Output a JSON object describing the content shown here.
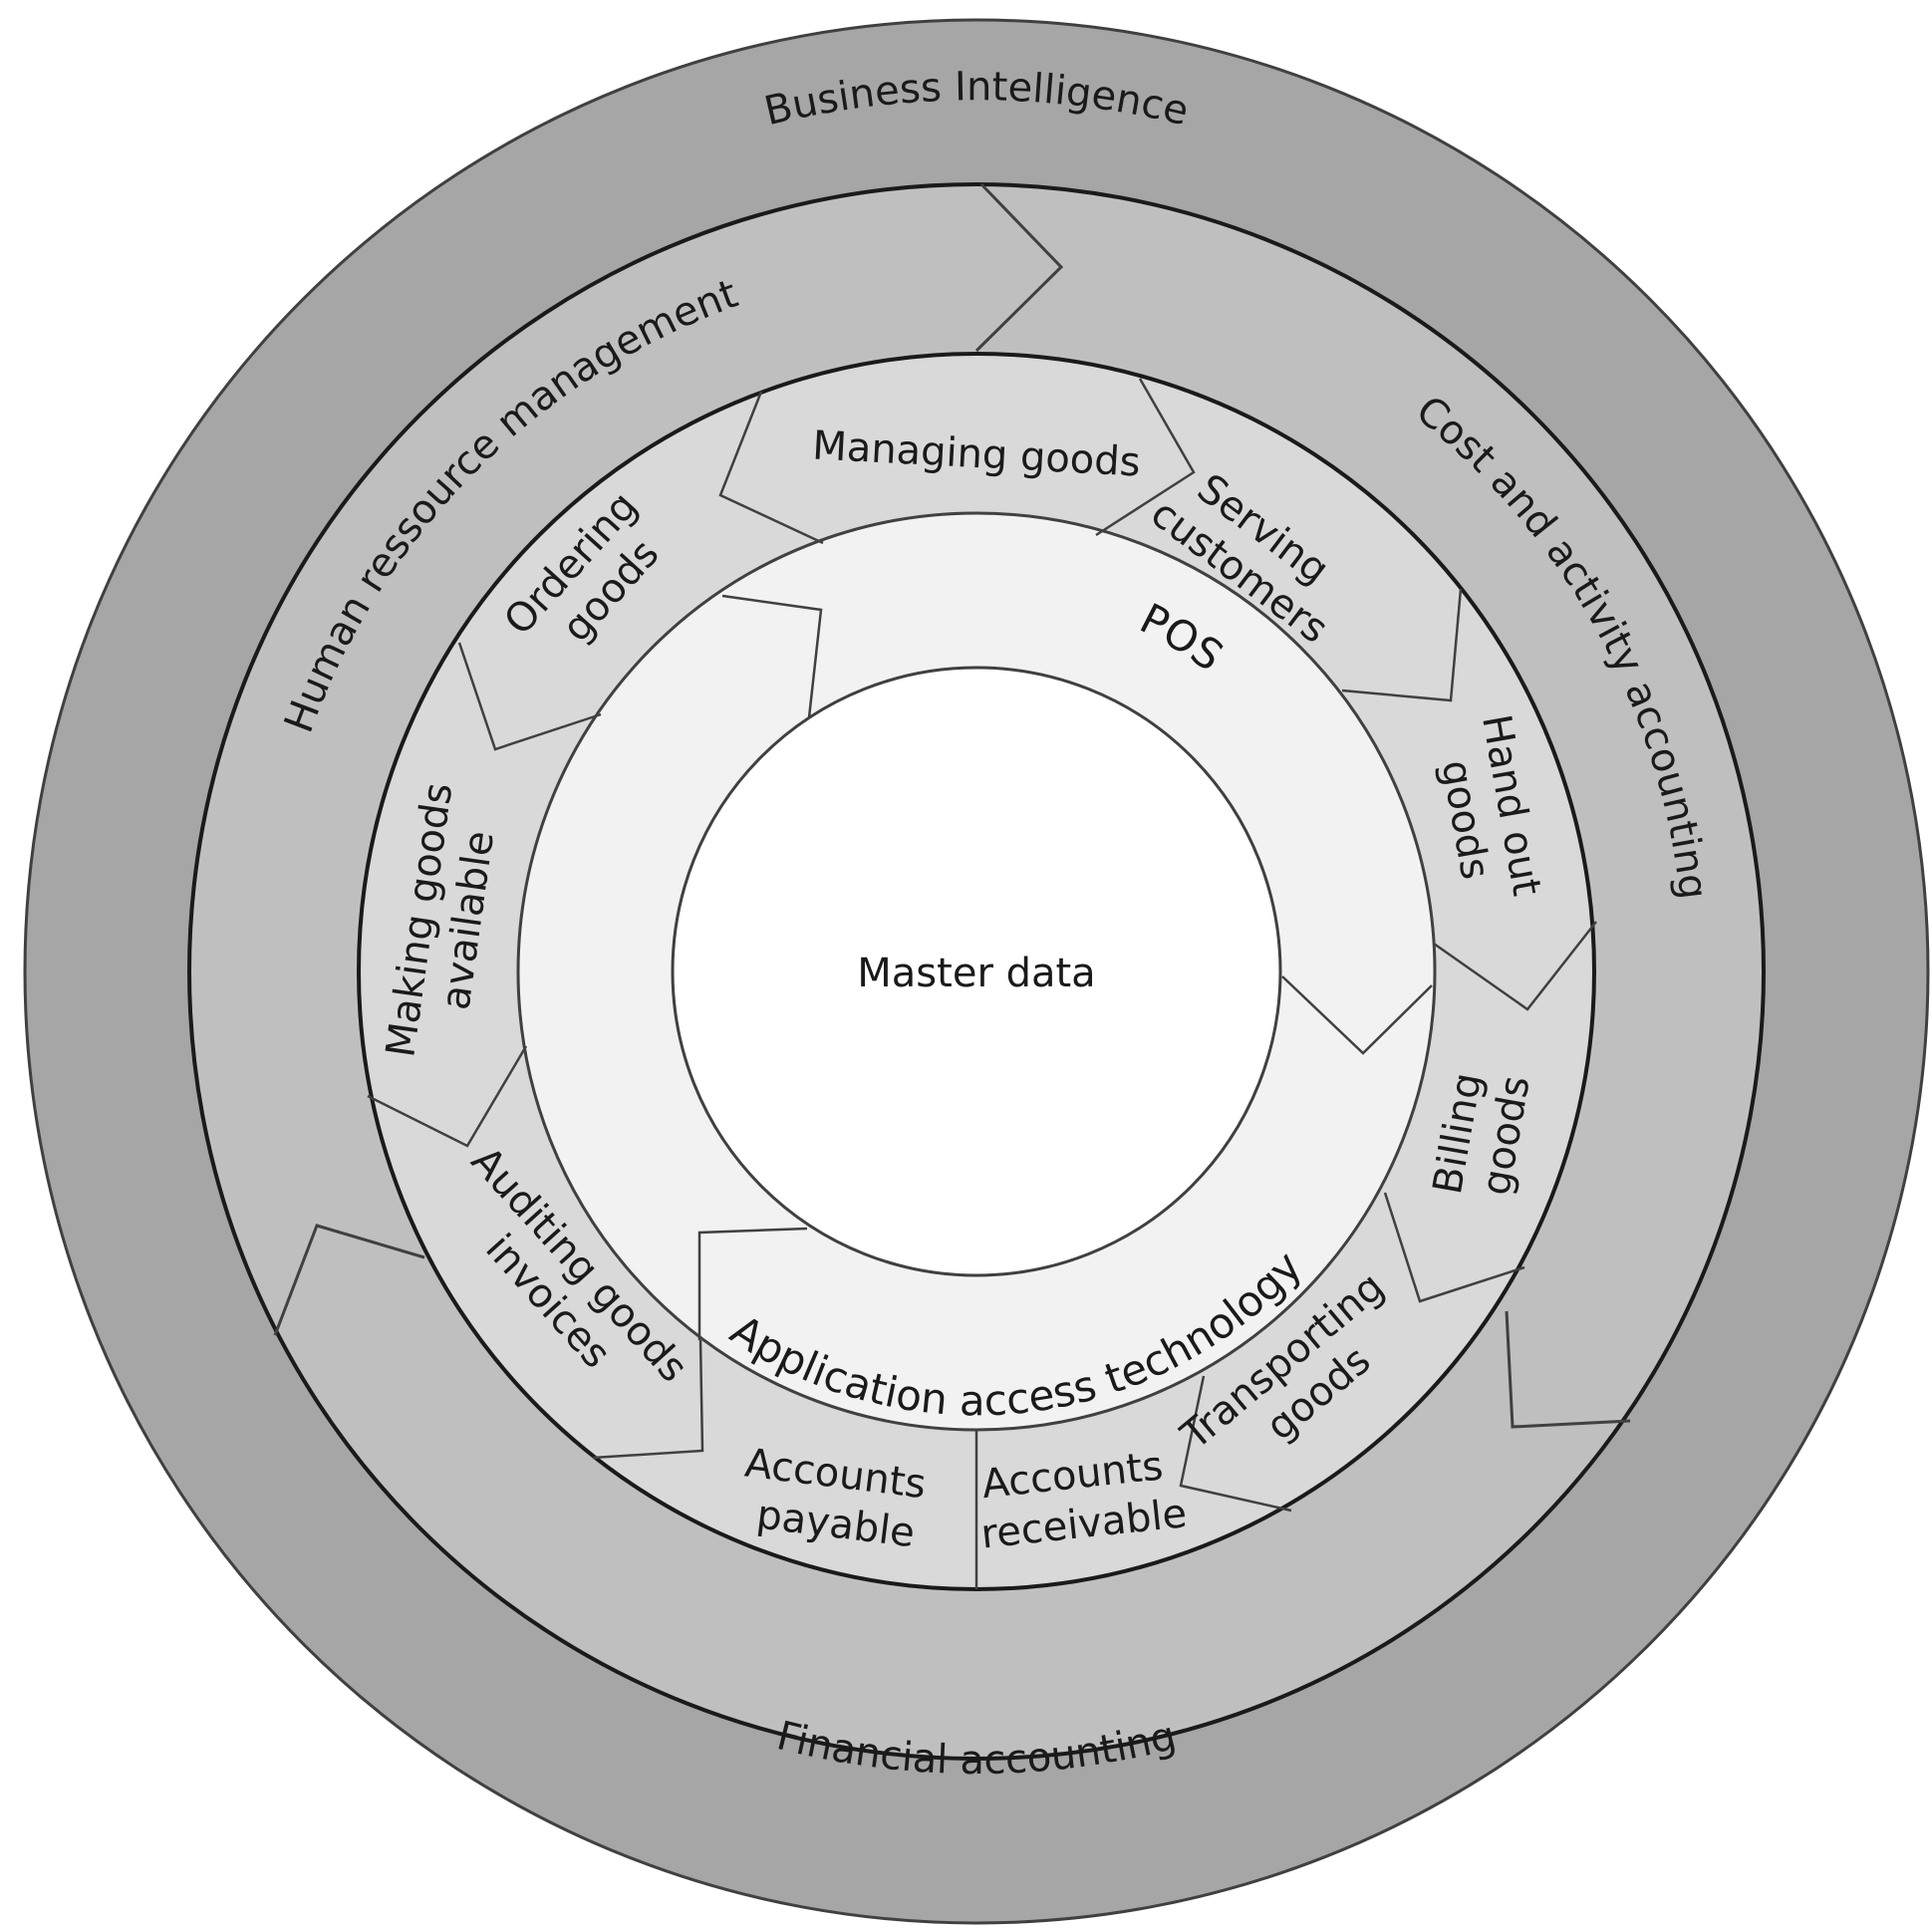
{
  "center": {
    "label": "Master data"
  },
  "inner_ring": {
    "pos": "POS",
    "access": "Application access technology"
  },
  "process_ring": {
    "managing_goods": "Managing goods",
    "serving_customers": [
      "Serving",
      "customers"
    ],
    "hand_out_goods": [
      "Hand out",
      "goods"
    ],
    "billing_goods": [
      "Billing",
      "goods"
    ],
    "transporting_goods": [
      "Transporting",
      "goods"
    ],
    "accounts_receivable": [
      "Accounts",
      "receivable"
    ],
    "accounts_payable": [
      "Accounts",
      "payable"
    ],
    "auditing_goods_invoices": [
      "Auditing goods",
      "invoices"
    ],
    "making_goods_available": [
      "Making goods",
      "available"
    ],
    "ordering_goods": [
      "Ordering",
      "goods"
    ]
  },
  "middle_ring": {
    "hrm": "Human ressource management",
    "cost_accounting": "Cost and activity accounting",
    "financial_accounting": "Financial accounting"
  },
  "outer_ring": {
    "label": "Business Intelligence"
  },
  "colors": {
    "outer_ring": "#a6a6a6",
    "middle_ring": "#bfbfbf",
    "process_ring": "#d9d9d9",
    "inner_ring": "#f2f2f2",
    "center": "#ffffff",
    "stroke": "#404040"
  }
}
